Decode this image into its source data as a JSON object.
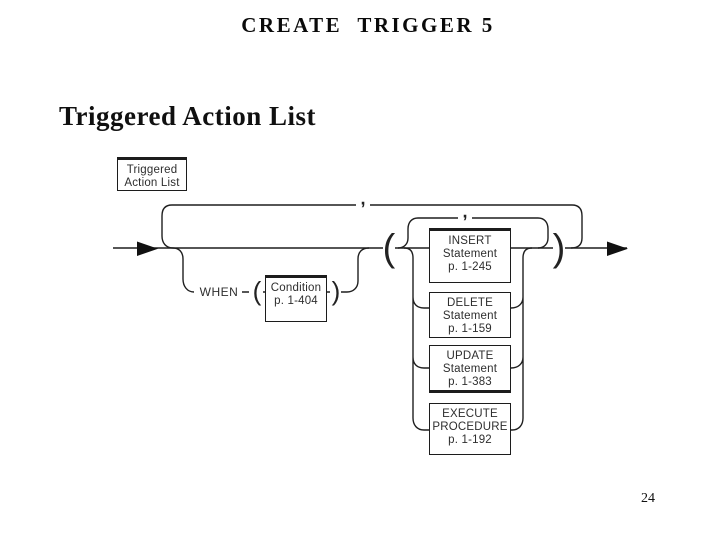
{
  "slide": {
    "title": "CREATE  TRIGGER 5",
    "heading": "Triggered Action List",
    "page_number": "24"
  },
  "diagram": {
    "label_box": {
      "line1": "Triggered",
      "line2": "Action List"
    },
    "when_keyword": "WHEN",
    "condition": {
      "name": "Condition",
      "page_ref": "p. 1-404"
    },
    "statements": [
      {
        "name": "INSERT",
        "type": "Statement",
        "page_ref": "p. 1-245"
      },
      {
        "name": "DELETE",
        "type": "Statement",
        "page_ref": "p. 1-159"
      },
      {
        "name": "UPDATE",
        "type": "Statement",
        "page_ref": "p. 1-383"
      },
      {
        "name": "EXECUTE",
        "type": "PROCEDURE",
        "page_ref": "p. 1-192"
      }
    ],
    "punctuation": {
      "outer_separator": ",",
      "inner_separator": ",",
      "group_open": "(",
      "group_close": ")",
      "when_open": "(",
      "when_close": ")"
    },
    "colors": {
      "ink": "#1f1f1f",
      "arrow": "#111111",
      "text": "#2e2e2e"
    }
  }
}
